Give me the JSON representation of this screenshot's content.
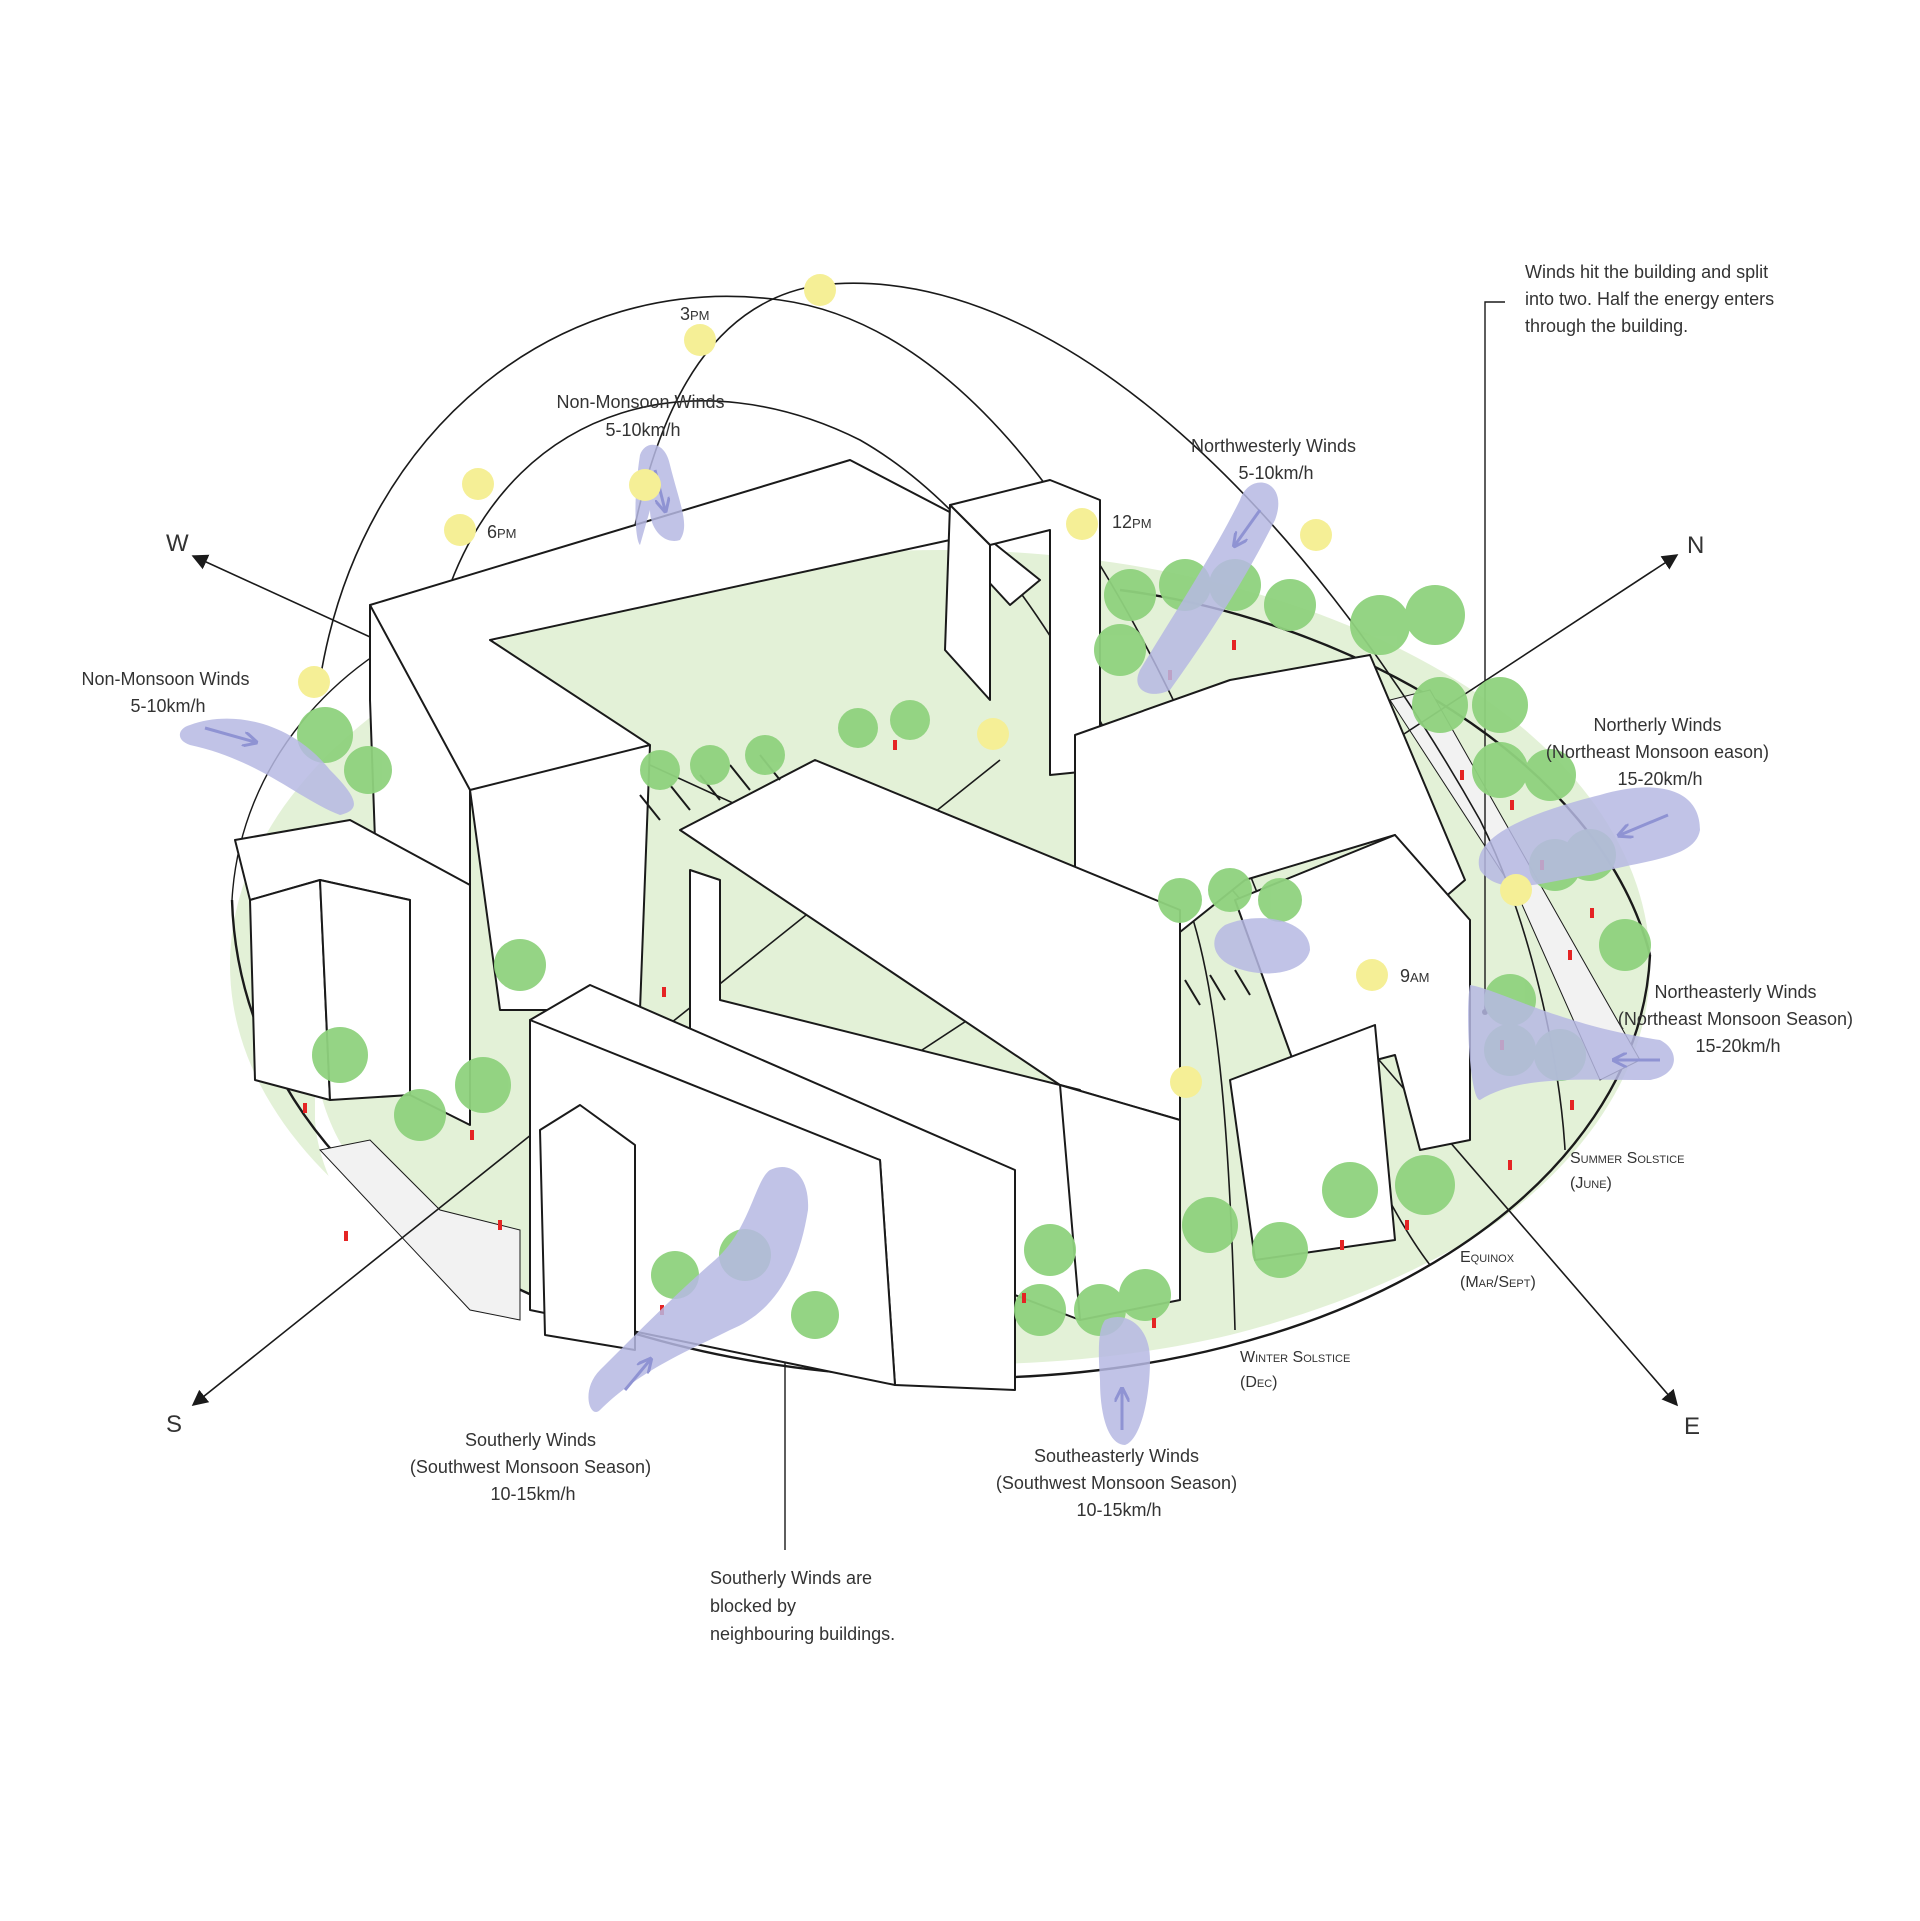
{
  "compass": {
    "west": "W",
    "north": "N",
    "south": "S",
    "east": "E"
  },
  "sun_times": {
    "t3pm": "3pm",
    "t6pm": "6pm",
    "t12pm": "12pm",
    "t9am": "9am"
  },
  "seasons": {
    "summer": [
      "Summer Solstice",
      "(June)"
    ],
    "equinox": [
      "Equinox",
      "(Mar/Sept)"
    ],
    "winter": [
      "Winter Solstice",
      "(Dec)"
    ]
  },
  "winds": {
    "non_monsoon_top": [
      "Non-Monsoon Winds",
      "5-10km/h"
    ],
    "northwesterly": [
      "Northwesterly Winds",
      "5-10km/h"
    ],
    "non_monsoon_left": [
      "Non-Monsoon Winds",
      "5-10km/h"
    ],
    "northerly": [
      "Northerly Winds",
      "(Northeast Monsoon eason)",
      "15-20km/h"
    ],
    "northeasterly": [
      "Northeasterly Winds",
      "(Northeast Monsoon Season)",
      "15-20km/h"
    ],
    "southerly": [
      "Southerly Winds",
      "(Southwest Monsoon Season)",
      "10-15km/h"
    ],
    "southeasterly": [
      "Southeasterly Winds",
      "(Southwest Monsoon Season)",
      "10-15km/h"
    ]
  },
  "notes": {
    "split": [
      "Winds hit the building and split",
      "into two. Half the energy enters",
      "through the building."
    ],
    "blocked": [
      "Southerly Winds are",
      "blocked by",
      "neighbouring buildings."
    ]
  },
  "colors": {
    "sun": "#f5ef96",
    "wind": "#b6b9e3",
    "wind_arrow": "#8f93d3",
    "ground": "#e3f1d7",
    "tree": "#8fd27e",
    "person": "#e52424",
    "road": "#f2f2f2"
  }
}
